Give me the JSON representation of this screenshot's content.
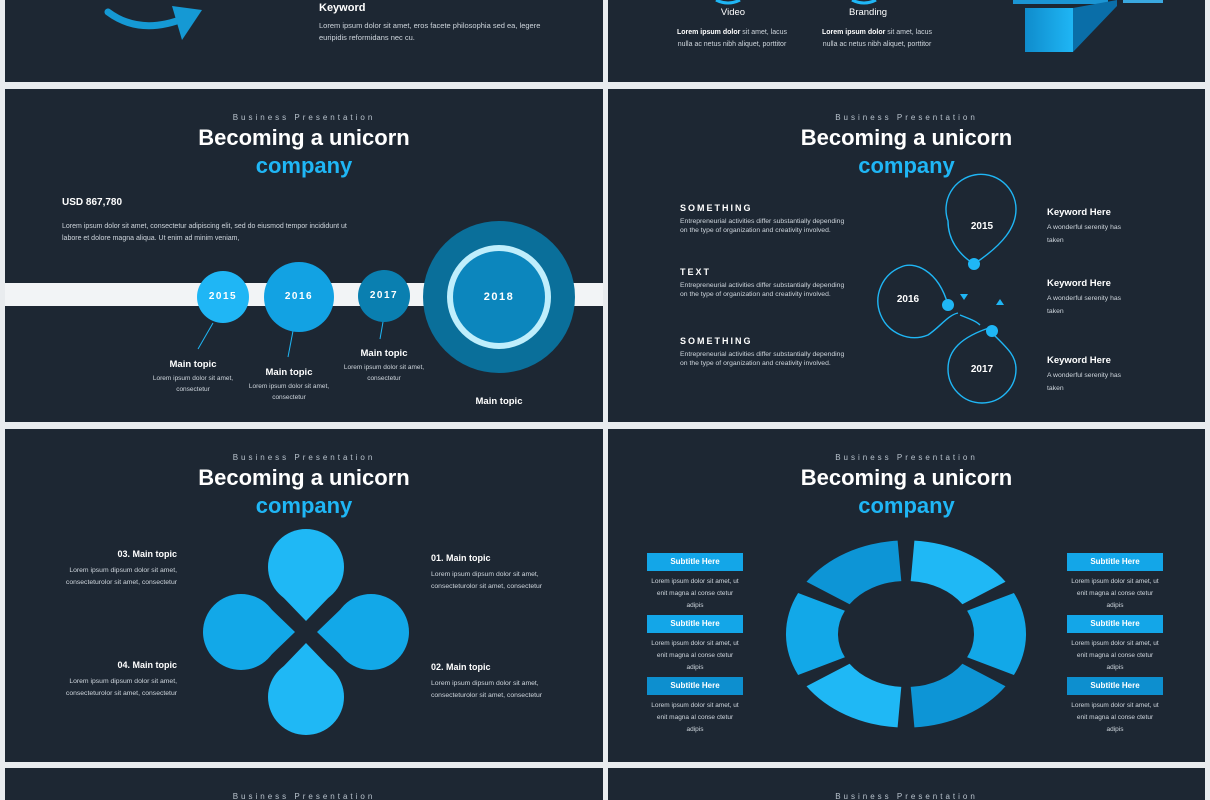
{
  "colors": {
    "background": "#1d2733",
    "accent": "#1fb6f5",
    "accent_dark": "#0a7fb0",
    "band": "#f2f4f6"
  },
  "top_left": {
    "keyword": "Keyword",
    "desc": "Lorem ipsum dolor sit amet, eros facete philosophia sed ea, legere euripidis reformidans nec cu."
  },
  "top_right": {
    "col1": {
      "label": "Video",
      "bold": "Lorem ipsum dolor",
      "line1": " sit amet, lacus",
      "line2": "nulla ac netus  nibh aliquet, porttitor"
    },
    "col2": {
      "label": "Branding",
      "bold": "Lorem ipsum dolor",
      "line1": " sit amet, lacus",
      "line2": "nulla ac netus  nibh aliquet, porttitor"
    }
  },
  "timeline": {
    "eyebrow": "Business Presentation",
    "title_line1": "Becoming a unicorn",
    "title_line2": "company",
    "amount": "USD 867,780",
    "desc_line1": "Lorem ipsum dolor sit amet, consectetur adipiscing elit, sed do eiusmod tempor incididunt ut",
    "desc_line2": "labore et dolore magna aliqua. Ut enim ad minim veniam,",
    "years": [
      "2015",
      "2016",
      "2017",
      "2018"
    ],
    "topics": [
      {
        "title": "Main topic",
        "line1": "Lorem ipsum dolor sit amet,",
        "line2": "consectetur"
      },
      {
        "title": "Main topic",
        "line1": "Lorem ipsum dolor sit amet,",
        "line2": "consectetur"
      },
      {
        "title": "Main topic",
        "line1": "Lorem ipsum dolor sit amet,",
        "line2": "consectetur"
      },
      {
        "title": "Main topic"
      }
    ]
  },
  "infinity": {
    "eyebrow": "Business Presentation",
    "title_line1": "Becoming a unicorn",
    "title_line2": "company",
    "left": [
      {
        "title": "SOMETHING",
        "line1": "Entrepreneurial activities differ substantially depending",
        "line2": "on the type of organization and creativity involved."
      },
      {
        "title": "TEXT",
        "line1": "Entrepreneurial activities differ substantially depending",
        "line2": "on the type of organization and creativity involved."
      },
      {
        "title": "SOMETHING",
        "line1": "Entrepreneurial activities differ substantially depending",
        "line2": "on the type of organization and creativity involved."
      }
    ],
    "years": [
      "2015",
      "2016",
      "2017"
    ],
    "right": [
      {
        "title": "Keyword Here",
        "line1": "A wonderful serenity has",
        "line2": "taken"
      },
      {
        "title": "Keyword Here",
        "line1": "A wonderful serenity has",
        "line2": "taken"
      },
      {
        "title": "Keyword Here",
        "line1": "A wonderful serenity has",
        "line2": "taken"
      }
    ]
  },
  "petals": {
    "eyebrow": "Business Presentation",
    "title_line1": "Becoming a unicorn",
    "title_line2": "company",
    "topics": [
      {
        "title": "03. Main topic",
        "line1": "Lorem ipsum dipsum dolor sit amet,",
        "line2": "consecteturolor sit amet, consectetur"
      },
      {
        "title": "04. Main topic",
        "line1": "Lorem ipsum dipsum dolor sit amet,",
        "line2": "consecteturolor sit amet, consectetur"
      },
      {
        "title": "01. Main topic",
        "line1": "Lorem ipsum dipsum dolor sit amet,",
        "line2": "consecteturolor sit amet, consectetur"
      },
      {
        "title": "02. Main topic",
        "line1": "Lorem ipsum dipsum dolor sit amet,",
        "line2": "consecteturolor sit amet, consectetur"
      }
    ]
  },
  "ring": {
    "eyebrow": "Business Presentation",
    "title_line1": "Becoming a unicorn",
    "title_line2": "company",
    "subtitle": "Subtitle Here",
    "line1": "Lorem ipsum dolor sit amet, ut",
    "line2": "enit magna al conse ctetur",
    "line3": "adipis"
  },
  "bottom": {
    "eyebrow": "Business Presentation"
  }
}
